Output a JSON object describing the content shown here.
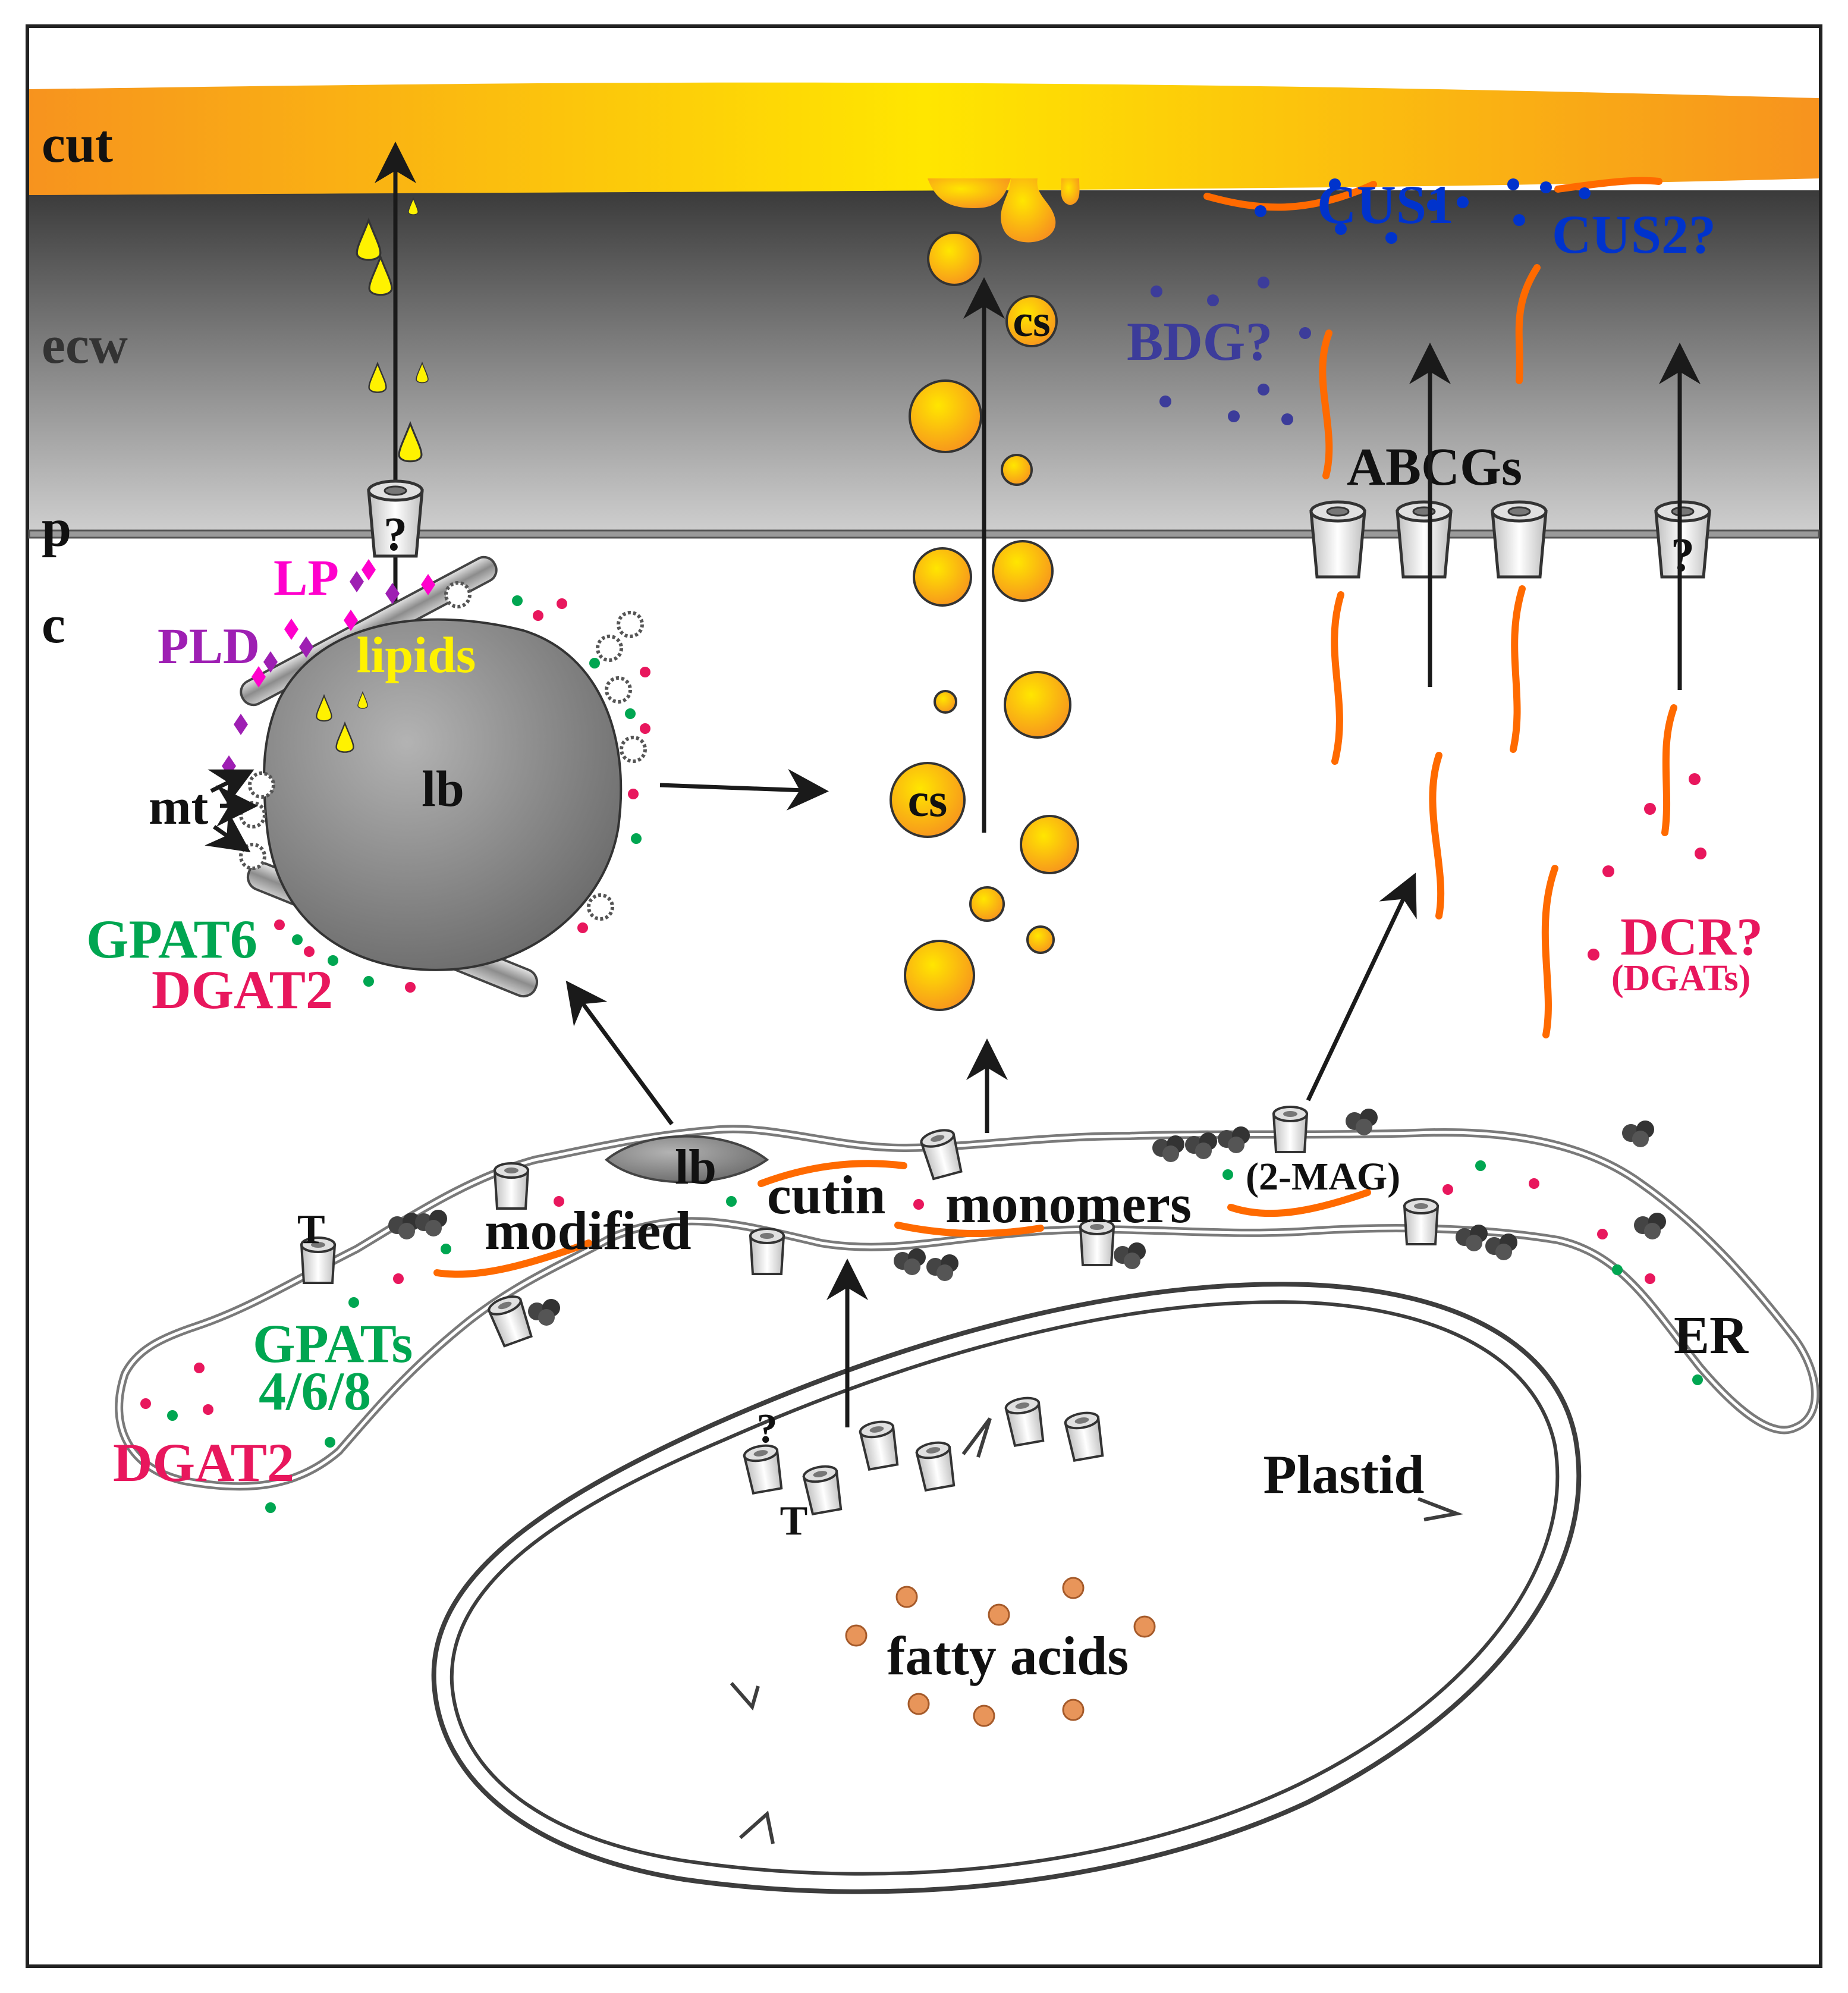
{
  "colors": {
    "cuticle": "#f7931e",
    "cell_wall_dark": "#4d4d4d",
    "cell_wall_light": "#c8c8c8",
    "enzyme_green": "#00a651",
    "enzyme_red": "#e8175d",
    "enzyme_blue": "#0033cc",
    "bdg_blue": "#3c3c9a",
    "lipid_yellow": "#fff200",
    "lp_pink": "#ff00cc",
    "pld_purple": "#9e1fb3",
    "cutin_orange": "#ff6a00",
    "fatty_acid": "#e8955a"
  },
  "layers": {
    "cut": "cut",
    "ecw": "ecw",
    "p": "p",
    "c": "c"
  },
  "labels": {
    "lipids": "lipids",
    "lb_large": "lb",
    "lb_small": "lb",
    "lp": "LP",
    "pld": "PLD",
    "mt": "mt",
    "gpat6": "GPAT6",
    "dgat2_body": "DGAT2",
    "cs_top": "cs",
    "cs_mid": "cs",
    "cus1": "CUS1",
    "cus2": "CUS2?",
    "bdg": "BDG?",
    "abcgs": "ABCGs",
    "dcr": "DCR?",
    "dgats": "(DGATs)",
    "modified": "modified",
    "cutin": "cutin",
    "monomers": "monomers",
    "two_mag": "(2-MAG)",
    "er": "ER",
    "gpats": "GPATs",
    "gpats_nums": "4/6/8",
    "dgat2_er": "DGAT2",
    "plastid": "Plastid",
    "fatty_acids": "fatty acids",
    "transporter_t1": "T",
    "transporter_t2": "T",
    "unknown_er": "?",
    "unknown_pm_left": "?",
    "unknown_pm_right": "?"
  }
}
